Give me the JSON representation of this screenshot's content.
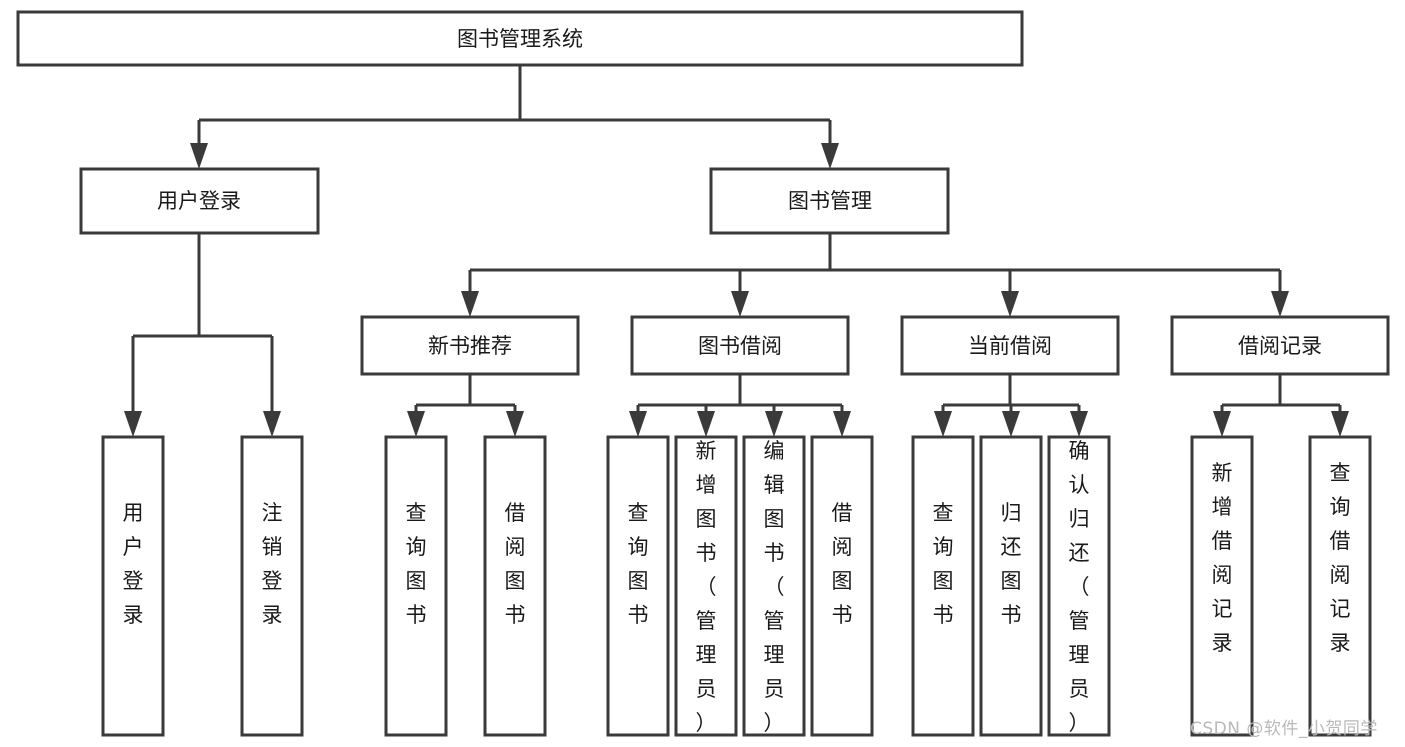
{
  "diagram": {
    "type": "tree-hierarchy",
    "title": "图书管理系统",
    "nodes": {
      "root": {
        "label": "图书管理系统",
        "level": 1,
        "orientation": "horizontal"
      },
      "n_user_login": {
        "label": "用户登录",
        "level": 2,
        "orientation": "horizontal"
      },
      "n_book_manage": {
        "label": "图书管理",
        "level": 2,
        "orientation": "horizontal"
      },
      "n_new_book_rec": {
        "label": "新书推荐",
        "level": 3,
        "orientation": "horizontal"
      },
      "n_book_borrow": {
        "label": "图书借阅",
        "level": 3,
        "orientation": "horizontal"
      },
      "n_current_borrow": {
        "label": "当前借阅",
        "level": 3,
        "orientation": "horizontal"
      },
      "n_borrow_record": {
        "label": "借阅记录",
        "level": 3,
        "orientation": "horizontal"
      },
      "l_user_login": {
        "label": "用户登录",
        "level": 4,
        "orientation": "vertical"
      },
      "l_logout": {
        "label": "注销登录",
        "level": 4,
        "orientation": "vertical"
      },
      "l_query_book_a": {
        "label": "查询图书",
        "level": 4,
        "orientation": "vertical"
      },
      "l_borrow_book_a": {
        "label": "借阅图书",
        "level": 4,
        "orientation": "vertical"
      },
      "l_query_book_b": {
        "label": "查询图书",
        "level": 4,
        "orientation": "vertical"
      },
      "l_add_book": {
        "label": "新增图书（管理员）",
        "level": 4,
        "orientation": "vertical"
      },
      "l_edit_book": {
        "label": "编辑图书（管理员）",
        "level": 4,
        "orientation": "vertical"
      },
      "l_borrow_book_b": {
        "label": "借阅图书",
        "level": 4,
        "orientation": "vertical"
      },
      "l_query_book_c": {
        "label": "查询图书",
        "level": 4,
        "orientation": "vertical"
      },
      "l_return_book": {
        "label": "归还图书",
        "level": 4,
        "orientation": "vertical"
      },
      "l_confirm_return": {
        "label": "确认归还（管理员）",
        "level": 4,
        "orientation": "vertical"
      },
      "l_add_record": {
        "label": "新增借阅记录",
        "level": 4,
        "orientation": "vertical"
      },
      "l_query_record": {
        "label": "查询借阅记录",
        "level": 4,
        "orientation": "vertical"
      }
    },
    "edges": [
      {
        "from": "root",
        "to": "n_user_login"
      },
      {
        "from": "root",
        "to": "n_book_manage"
      },
      {
        "from": "n_user_login",
        "to": "l_user_login"
      },
      {
        "from": "n_user_login",
        "to": "l_logout"
      },
      {
        "from": "n_book_manage",
        "to": "n_new_book_rec"
      },
      {
        "from": "n_book_manage",
        "to": "n_book_borrow"
      },
      {
        "from": "n_book_manage",
        "to": "n_current_borrow"
      },
      {
        "from": "n_book_manage",
        "to": "n_borrow_record"
      },
      {
        "from": "n_new_book_rec",
        "to": "l_query_book_a"
      },
      {
        "from": "n_new_book_rec",
        "to": "l_borrow_book_a"
      },
      {
        "from": "n_book_borrow",
        "to": "l_query_book_b"
      },
      {
        "from": "n_book_borrow",
        "to": "l_add_book"
      },
      {
        "from": "n_book_borrow",
        "to": "l_edit_book"
      },
      {
        "from": "n_book_borrow",
        "to": "l_borrow_book_b"
      },
      {
        "from": "n_current_borrow",
        "to": "l_query_book_c"
      },
      {
        "from": "n_current_borrow",
        "to": "l_return_book"
      },
      {
        "from": "n_current_borrow",
        "to": "l_confirm_return"
      },
      {
        "from": "n_borrow_record",
        "to": "l_add_record"
      },
      {
        "from": "n_borrow_record",
        "to": "l_query_record"
      }
    ],
    "colors": {
      "stroke": "#3a3a3a",
      "fill": "#ffffff",
      "text": "#1a1a1a",
      "background": "#ffffff",
      "watermark": "#b9b9b9"
    }
  },
  "watermark": {
    "text": "CSDN @软件_小贺同学"
  }
}
